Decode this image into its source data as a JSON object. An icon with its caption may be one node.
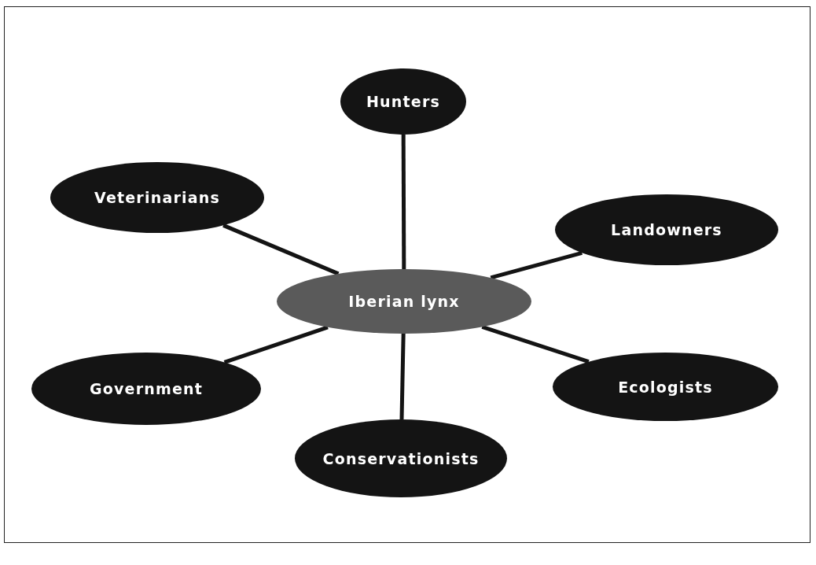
{
  "diagram": {
    "nodes": [
      {
        "text": [
          "Hunters"
        ]
      },
      {
        "text": [
          "Veterinarians"
        ]
      },
      {
        "text": [
          "Landowners"
        ]
      },
      {
        "text": [
          "Iberian lynx"
        ]
      },
      {
        "text": [
          "Government"
        ]
      },
      {
        "text": [
          "Ecologists"
        ]
      },
      {
        "text": [
          "Conservationists"
        ]
      }
    ],
    "edges": [
      {
        "from": 3,
        "to": 0,
        "arrow": "none"
      },
      {
        "from": 3,
        "to": 1,
        "arrow": "none"
      },
      {
        "from": 3,
        "to": 2,
        "arrow": "none"
      },
      {
        "from": 3,
        "to": 4,
        "arrow": "none"
      },
      {
        "from": 3,
        "to": 5,
        "arrow": "none"
      },
      {
        "from": 3,
        "to": 6,
        "arrow": "none"
      }
    ]
  }
}
